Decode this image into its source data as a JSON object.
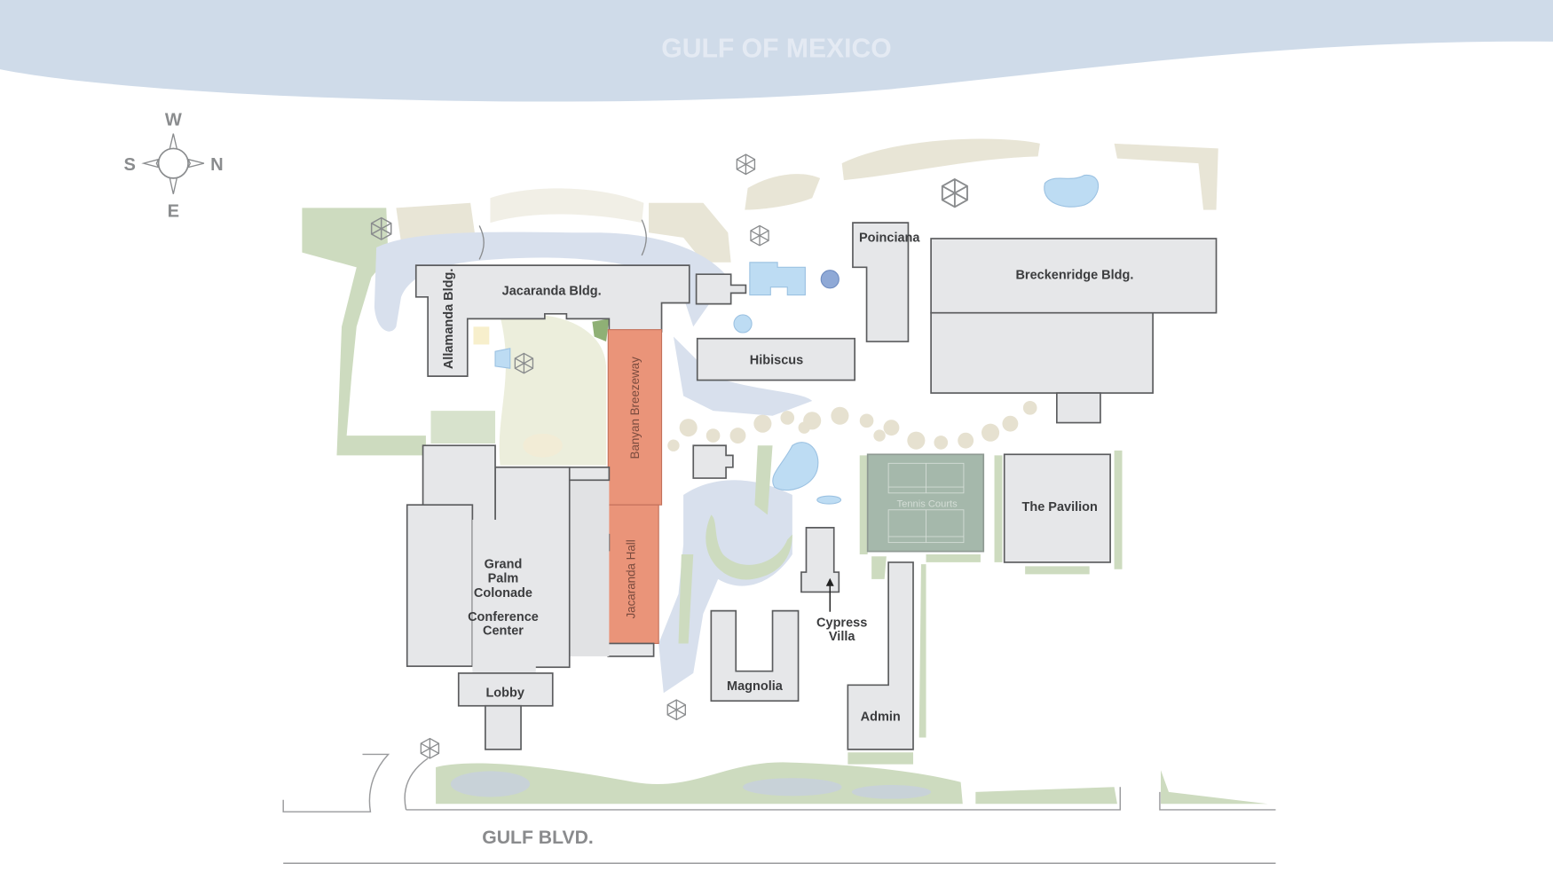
{
  "title": "GULF OF MEXICO",
  "road": "GULF BLVD.",
  "compass": {
    "north": "N",
    "south": "S",
    "east": "E",
    "west": "W"
  },
  "buildings": {
    "jacaranda_bldg": "Jacaranda Bldg.",
    "allamanda_bldg": "Allamanda Bldg.",
    "banyan_breezeway": "Banyan Breezeway",
    "jacaranda_hall": "Jacaranda Hall",
    "grand_palm": [
      "Grand",
      "Palm",
      "Colonade"
    ],
    "conference": [
      "Conference",
      "Center"
    ],
    "lobby": "Lobby",
    "hibiscus": "Hibiscus",
    "poinciana": "Poinciana",
    "breckenridge": "Breckenridge Bldg.",
    "tennis": "Tennis Courts",
    "pavilion": "The Pavilion",
    "cypress": [
      "Cypress",
      "Villa"
    ],
    "magnolia": "Magnolia",
    "admin": "Admin"
  },
  "colors": {
    "water": "#cfdbe9",
    "highlight": "#ea9479",
    "building": "#e6e7e9",
    "tennis": "#a5b8ab",
    "green": "#cddbbf"
  }
}
